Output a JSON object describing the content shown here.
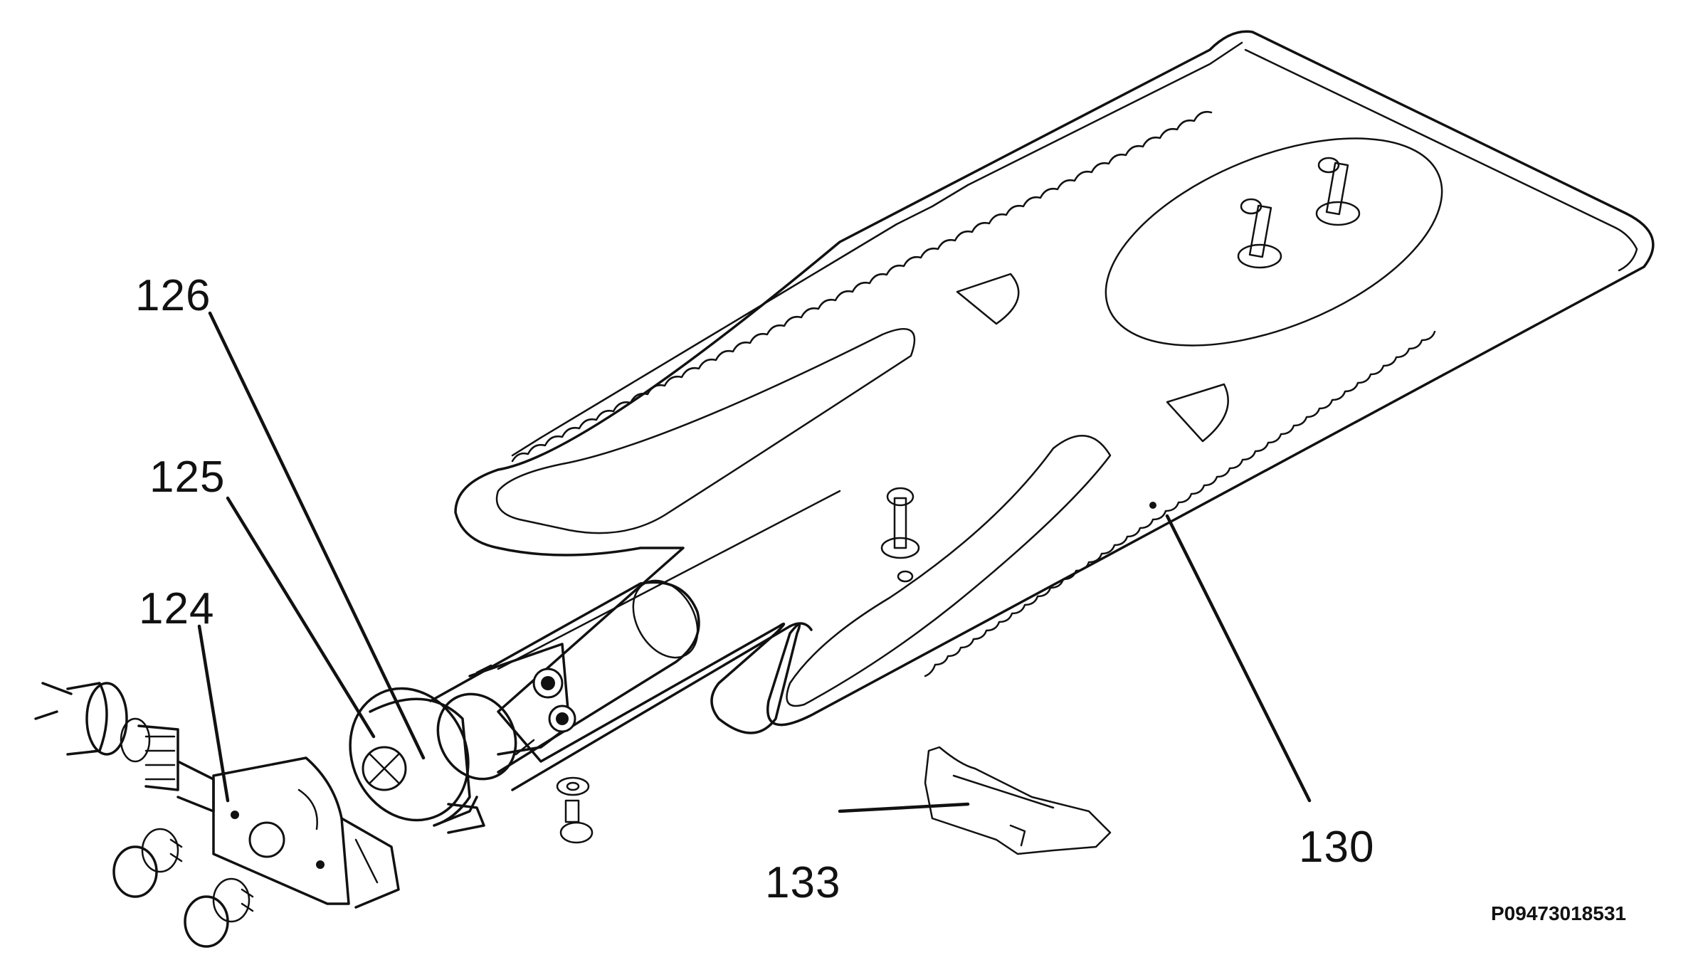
{
  "part_labels": {
    "p126": "126",
    "p125": "125",
    "p124": "124",
    "p133": "133",
    "p130": "130"
  },
  "drawing_code": "P09473018531",
  "colors": {
    "ink": "#111111",
    "paper": "#ffffff"
  }
}
